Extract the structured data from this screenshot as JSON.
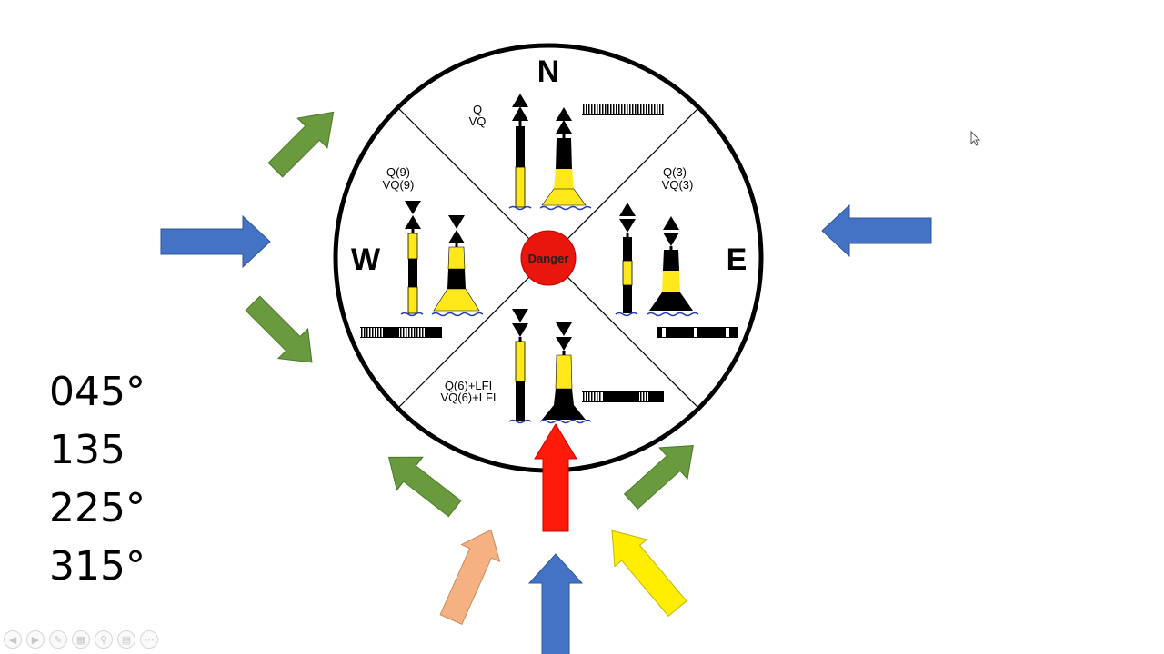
{
  "compass": {
    "north": "N",
    "east": "E",
    "west": "W",
    "center_label": "Danger"
  },
  "lights": {
    "north_line1": "Q",
    "north_line2": "VQ",
    "east_line1": "Q(3)",
    "east_line2": "VQ(3)",
    "west_line1": "Q(9)",
    "west_line2": "VQ(9)",
    "south_line1": "Q(6)+LFI",
    "south_line2": "VQ(6)+LFI"
  },
  "bearings": [
    "045°",
    "135",
    "225°",
    "315°"
  ],
  "colors": {
    "green_arrow": "#6a9a3e",
    "blue_arrow": "#4472c4",
    "red_arrow": "#ff1a0a",
    "orange_arrow": "#f6b183",
    "yellow_arrow": "#ffee00",
    "buoy_yellow": "#ffe81a",
    "danger_red": "#e8160c"
  },
  "toolbar": {
    "icons": [
      "back-icon",
      "forward-icon",
      "pen-icon",
      "slides-icon",
      "zoom-icon",
      "subtitles-icon",
      "more-icon"
    ]
  }
}
